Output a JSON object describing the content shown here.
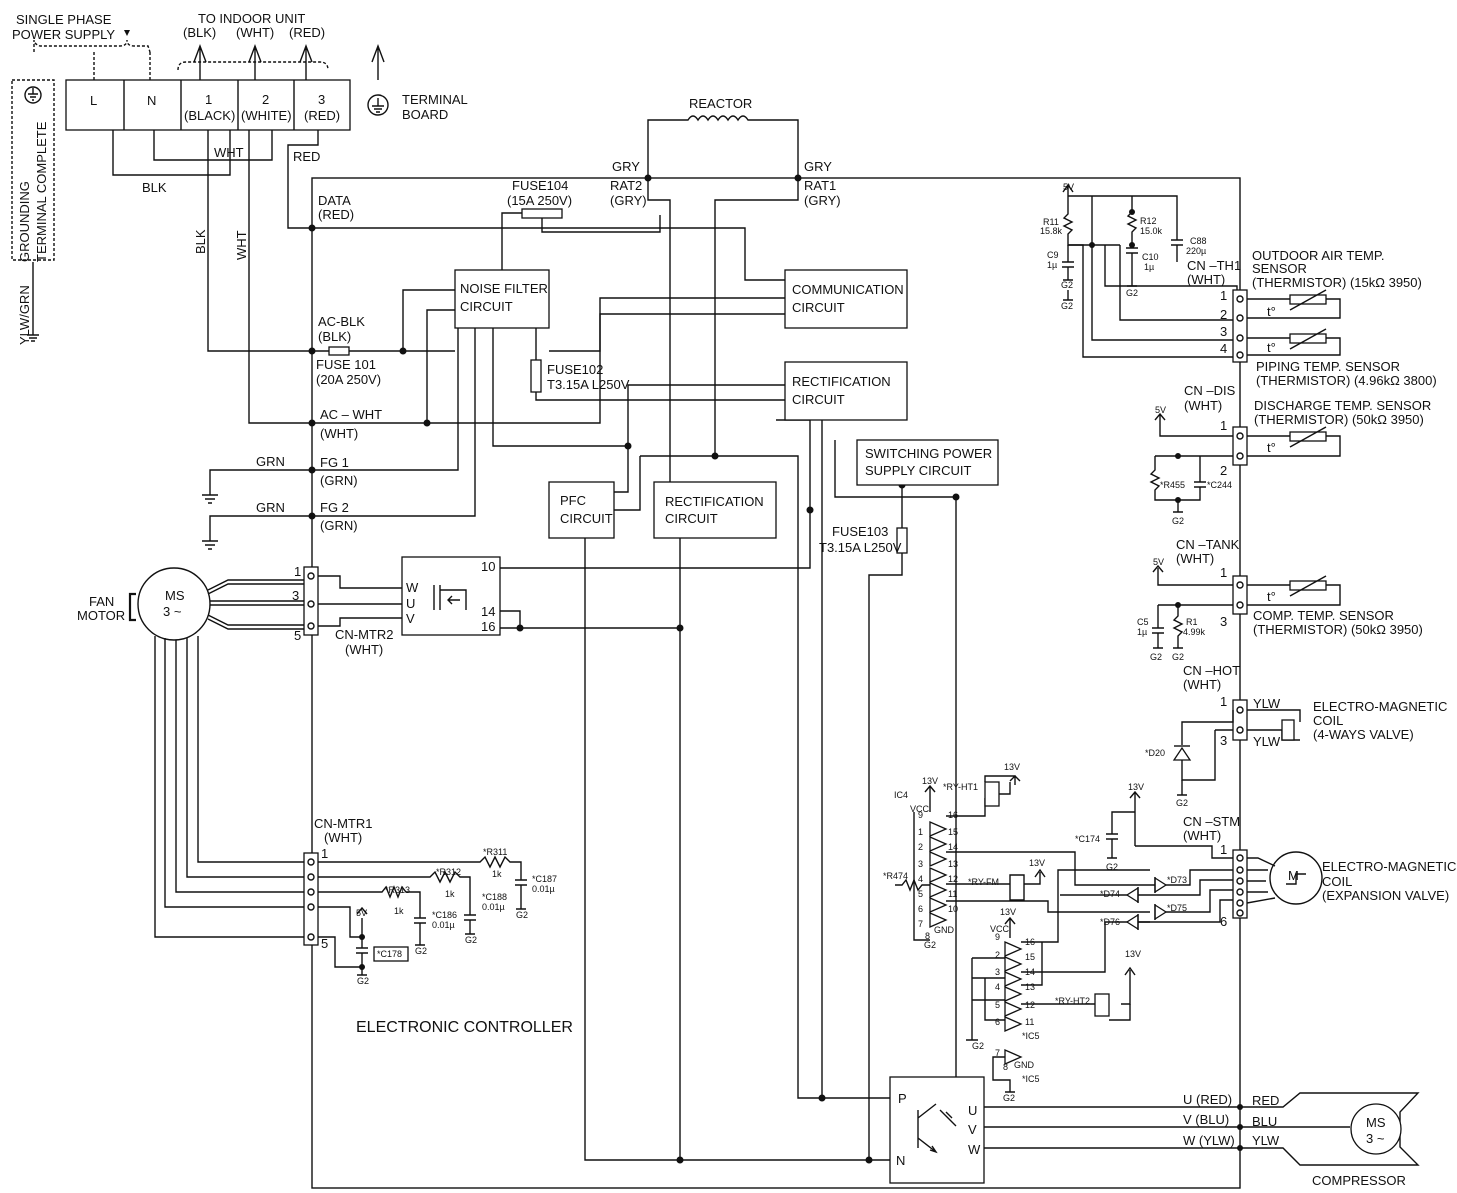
{
  "power": {
    "supply_line1": "SINGLE PHASE",
    "supply_line2": "POWER SUPPLY",
    "to_indoor": "TO INDOOR UNIT",
    "blk": "(BLK)",
    "wht": "(WHT)",
    "red": "(RED)",
    "term_L": "L",
    "term_N": "N",
    "term_1": "1",
    "term_1b": "(BLACK)",
    "term_2": "2",
    "term_2b": "(WHITE)",
    "term_3": "3",
    "term_3b": "(RED)",
    "terminal_board_1": "TERMINAL",
    "terminal_board_2": "BOARD",
    "grounding_1": "GROUNDING",
    "grounding_2": "TERMINAL COMPLETE",
    "ylw_grn": "YLW/GRN",
    "wire_wht": "WHT",
    "wire_blk": "BLK",
    "wire_red": "RED",
    "wire_blk_v": "BLK",
    "wire_wht_v": "WHT"
  },
  "reactor": {
    "label": "REACTOR",
    "gry_left": "GRY",
    "gry_right": "GRY",
    "rat2": "RAT2",
    "rat2c": "(GRY)",
    "rat1": "RAT1",
    "rat1c": "(GRY)"
  },
  "controller": {
    "data": "DATA",
    "data_c": "(RED)",
    "fuse104": "FUSE104",
    "fuse104_v": "(15A  250V)",
    "noise1": "NOISE FILTER",
    "noise2": "CIRCUIT",
    "comm1": "COMMUNICATION",
    "comm2": "CIRCUIT",
    "rect1": "RECTIFICATION",
    "rect2": "CIRCUIT",
    "acblk": "AC-BLK",
    "acblk_c": "(BLK)",
    "fuse101": "FUSE 101",
    "fuse101_v": "(20A 250V)",
    "fuse102": "FUSE102",
    "fuse102_v": "T3.15A L250V",
    "acwht": "AC – WHT",
    "acwht_c": "(WHT)",
    "fg1": "FG 1",
    "fg1_c": "(GRN)",
    "fg2": "FG 2",
    "fg2_c": "(GRN)",
    "grn1": "GRN",
    "grn2": "GRN",
    "pfc1": "PFC",
    "pfc2": "CIRCUIT",
    "rect_b1": "RECTIFICATION",
    "rect_b2": "CIRCUIT",
    "sw1": "SWITCHING POWER",
    "sw2": "SUPPLY CIRCUIT",
    "fuse103": "FUSE103",
    "fuse103_v": "T3.15A L250V",
    "title": "ELECTRONIC CONTROLLER",
    "p": "P",
    "n": "N",
    "u": "U",
    "v": "V",
    "w": "W"
  },
  "fan": {
    "fan_label1": "FAN",
    "fan_label2": "MOTOR",
    "ms": "MS",
    "ms3": "3 ~",
    "pin1": "1",
    "pin3": "3",
    "pin5": "5",
    "cnmtr2": "CN-MTR2",
    "cnmtr2_c": "(WHT)",
    "drv_w": "W",
    "drv_u": "U",
    "drv_v": "V",
    "p10": "10",
    "p14": "14",
    "p16": "16",
    "cnmtr1": "CN-MTR1",
    "cnmtr1_c": "(WHT)",
    "m1_1": "1",
    "m1_5": "5",
    "r311": "*R311",
    "r311v": "1k",
    "r312": "*R312",
    "r312v": "1k",
    "r313": "*R313",
    "r313v": "1k",
    "c187": "*C187",
    "c187v": "0.01µ",
    "c188": "*C188",
    "c188v": "0.01µ",
    "c186": "*C186",
    "c186v": "0.01µ",
    "c178": "*C178",
    "v5": "5V",
    "g2a": "G2",
    "g2b": "G2",
    "g2c": "G2",
    "g2d": "G2"
  },
  "sensors": {
    "v5": "5V",
    "r11": "R11",
    "r11v": "15.8k",
    "r12": "R12",
    "r12v": "15.0k",
    "c88": "C88",
    "c88v": "220µ",
    "c9": "C9",
    "c9v": "1µ",
    "c10": "C10",
    "c10v": "1µ",
    "g2_1": "G2",
    "g2_2": "G2",
    "g2_3": "G2",
    "cnth1": "CN –TH1",
    "cnth1_c": "(WHT)",
    "outdoor1": "OUTDOOR AIR TEMP.",
    "outdoor2": "SENSOR",
    "outdoor3": "(THERMISTOR) (15kΩ 3950)",
    "th_1": "1",
    "th_2": "2",
    "th_3": "3",
    "th_4": "4",
    "piping1": "PIPING TEMP. SENSOR",
    "piping2": "(THERMISTOR) (4.96kΩ 3800)",
    "cndis": "CN –DIS",
    "cndis_c": "(WHT)",
    "dis1": "DISCHARGE TEMP. SENSOR",
    "dis2": "(THERMISTOR) (50kΩ 3950)",
    "dis_p1": "1",
    "dis_p2": "2",
    "dis_v5": "5V",
    "r455": "*R455",
    "c244": "*C244",
    "g2_4": "G2",
    "cntank": "CN –TANK",
    "cntank_c": "(WHT)",
    "tank_v5": "5V",
    "tank_p1": "1",
    "tank_p3": "3",
    "c5": "C5",
    "c5v": "1µ",
    "r1": "R1",
    "r1v": "4.99k",
    "g2_5": "G2",
    "g2_6": "G2",
    "comp1": "COMP. TEMP. SENSOR",
    "comp2": "(THERMISTOR) (50kΩ 3950)",
    "t1": "t°",
    "t2": "t°",
    "t3": "t°",
    "t4": "t°"
  },
  "coil": {
    "cnhot": "CN –HOT",
    "cnhot_c": "(WHT)",
    "ylw1": "YLW",
    "ylw2": "YLW",
    "p1": "1",
    "p3": "3",
    "emc1": "ELECTRO-MAGNETIC",
    "emc2": "COIL",
    "emc3": "(4-WAYS VALVE)",
    "d20": "*D20",
    "g2": "G2"
  },
  "stm": {
    "cnstm": "CN –STM",
    "cnstm_c": "(WHT)",
    "p1": "1",
    "p6": "6",
    "v13a": "13V",
    "v13b": "13V",
    "v13c": "13V",
    "v13d": "13V",
    "v13e": "13V",
    "v13f": "13V",
    "ic4": "IC4",
    "vcc": "VCC",
    "vcc2": "VCC",
    "ryht1": "*RY-HT1",
    "ryfm": "*RY-FM",
    "ryht2": "*RY-HT2",
    "r474": "*R474",
    "c174": "*C174",
    "g2": "G2",
    "g2b": "G2",
    "g2c": "G2",
    "g2d": "G2",
    "d73": "*D73",
    "d74": "*D74",
    "d75": "*D75",
    "d76": "*D76",
    "gnd": "GND",
    "gnd2": "GND",
    "ic5": "*IC5",
    "ic5b": "*IC5",
    "emc1": "ELECTRO-MAGNETIC",
    "emc2": "COIL",
    "emc3": "(EXPANSION VALVE)",
    "m": "M"
  },
  "compressor": {
    "u": "U (RED)",
    "v": "V (BLU)",
    "w": "W (YLW)",
    "red": "RED",
    "blu": "BLU",
    "ylw": "YLW",
    "ms": "MS",
    "ms3": "3 ~",
    "label": "COMPRESSOR"
  }
}
